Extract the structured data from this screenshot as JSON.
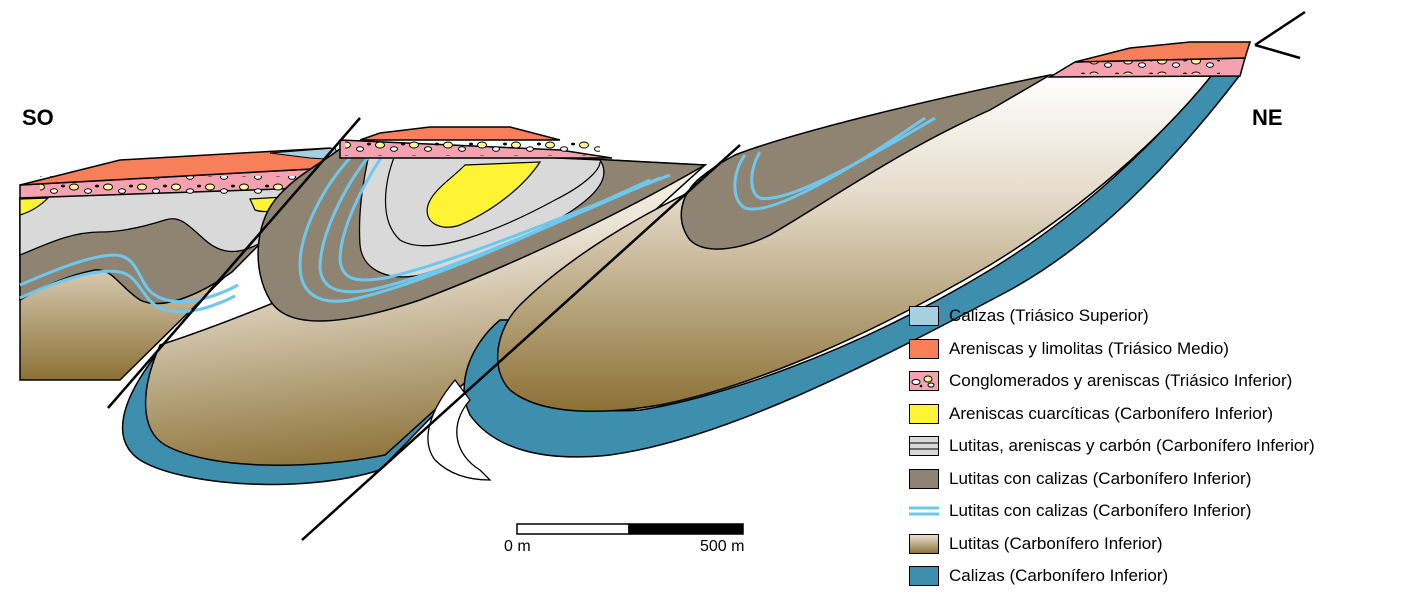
{
  "orientation": {
    "left": "SO",
    "right": "NE"
  },
  "legend": [
    {
      "label": "Calizas (Triásico Superior)",
      "icon": "limestone-triassic-swatch",
      "color": "#a6cfdf"
    },
    {
      "label": "Areniscas y limolitas (Triásico Medio)",
      "icon": "sandstone-triassic-swatch",
      "color": "#f77f5a"
    },
    {
      "label": "Conglomerados y areniscas (Triásico Inferior)",
      "icon": "conglomerate-swatch",
      "color": "#f4a1b0"
    },
    {
      "label": "Areniscas cuarcíticas (Carbonífero Inferior)",
      "icon": "quartzite-swatch",
      "color": "#fff335"
    },
    {
      "label": "Lutitas, areniscas y carbón (Carbonífero Inferior)",
      "icon": "shale-coal-swatch",
      "color": "#d9d9d9"
    },
    {
      "label": "Lutitas con calizas (Carbonífero Inferior)",
      "icon": "shale-limestone-swatch",
      "color": "#8e8471"
    },
    {
      "label": "Lutitas (Carbonífero Inferior)",
      "icon": "shale-swatch",
      "color": "#c8b48a"
    },
    {
      "label": "Calizas (Carbonífero Inferior)",
      "icon": "limestone-carboniferous-swatch",
      "color": "#3e8fae"
    }
  ],
  "scale_bar": {
    "start_label": "0 m",
    "end_label": "500 m"
  }
}
